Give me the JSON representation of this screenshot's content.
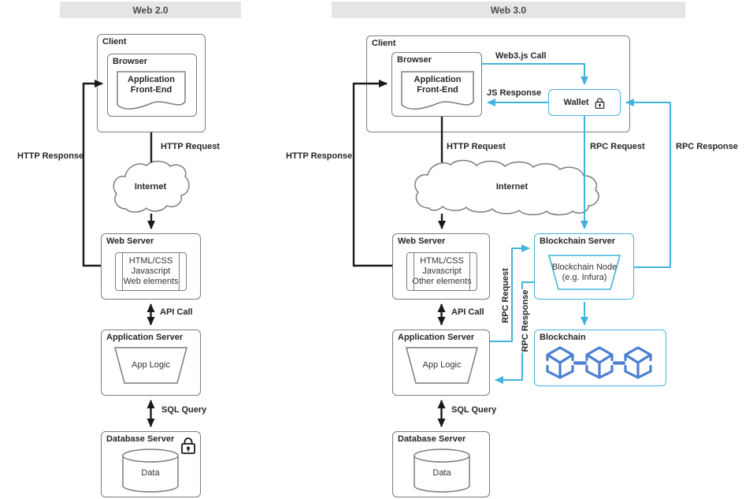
{
  "palette": {
    "header_bg": "#e5e5e5",
    "box_border": "#7d7d7d",
    "text": "#262626",
    "arrow_black": "#1a1a1a",
    "accent_cyan": "#44b3dc",
    "cube_blue": "#4c7fd2"
  },
  "headers": {
    "web2": "Web 2.0",
    "web3": "Web 3.0"
  },
  "icons": {
    "wallet_lock": "lock-icon",
    "database_lock": "lock-icon",
    "blockchain": "linked-cubes-icon",
    "internet": "cloud-shape"
  },
  "web2": {
    "client": "Client",
    "browser": "Browser",
    "front_end": "Application\nFront-End",
    "internet": "Internet",
    "web_server": {
      "title": "Web Server",
      "lines": [
        "HTML/CSS",
        "Javascript",
        "Web elements"
      ]
    },
    "app_server": {
      "title": "Application Server",
      "logic": "App Logic"
    },
    "db_server": {
      "title": "Database Server",
      "data": "Data"
    },
    "labels": {
      "http_request": "HTTP Request",
      "http_response": "HTTP Response",
      "api_call": "API Call",
      "sql_query": "SQL Query"
    }
  },
  "web3": {
    "client": "Client",
    "browser": "Browser",
    "front_end": "Application\nFront-End",
    "wallet": "Wallet",
    "internet": "Internet",
    "web_server": {
      "title": "Web Server",
      "lines": [
        "HTML/CSS",
        "Javascript",
        "Other elements"
      ]
    },
    "app_server": {
      "title": "Application Server",
      "logic": "App Logic"
    },
    "db_server": {
      "title": "Database Server",
      "data": "Data"
    },
    "blockchain_server": {
      "title": "Blockchain Server",
      "node": "Blockchain Node\n(e.g. Infura)"
    },
    "blockchain": {
      "title": "Blockchain"
    },
    "labels": {
      "http_request": "HTTP Request",
      "http_response": "HTTP Response",
      "api_call": "API Call",
      "sql_query": "SQL Query",
      "web3_call": "Web3.js Call",
      "js_response": "JS Response",
      "rpc_request": "RPC Request",
      "rpc_response": "RPC Response"
    }
  }
}
